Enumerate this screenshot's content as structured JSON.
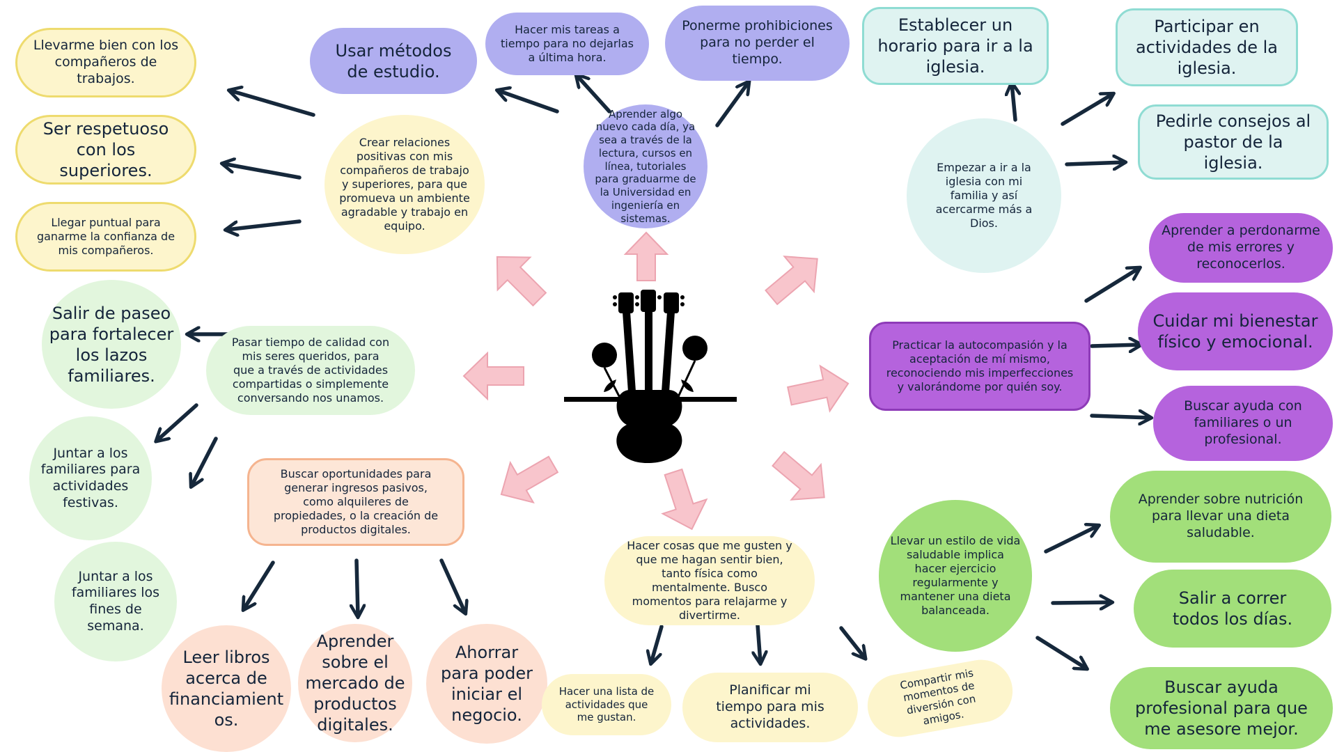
{
  "nodes": {
    "llevarme_bien": "Llevarme bien con los compañeros de trabajos.",
    "ser_respetuoso": "Ser respetuoso con los superiores.",
    "llegar_puntual": "Llegar puntual para ganarme la confianza de mis compañeros.",
    "usar_metodos": "Usar métodos de estudio.",
    "hacer_tareas": "Hacer mis tareas a tiempo para no dejarlas a última hora.",
    "ponerme_prohibiciones": "Ponerme prohibiciones para no perder el tiempo.",
    "crear_relaciones": "Crear relaciones positivas con mis compañeros de trabajo y superiores, para que promueva un ambiente agradable y trabajo en equipo.",
    "aprender_algo": "Aprender algo nuevo cada día, ya sea a través de la lectura, cursos en línea, tutoriales para graduarme de la Universidad en ingeniería en sistemas.",
    "establecer_horario": "Establecer un horario para ir a la iglesia.",
    "participar_actividades": "Participar en actividades de la iglesia.",
    "pedirle_consejos": "Pedirle consejos al pastor de la iglesia.",
    "empezar_iglesia": "Empezar a ir a la iglesia con mi familia y así acercarme más a Dios.",
    "salir_paseo": "Salir de paseo para fortalecer los lazos familiares.",
    "pasar_tiempo": "Pasar tiempo de calidad con mis seres queridos, para que a través de actividades compartidas o simplemente conversando nos unamos.",
    "juntar_festivas": "Juntar a los familiares para actividades festivas.",
    "juntar_fines": "Juntar a los familiares los fines de semana.",
    "aprender_perdonarme": "Aprender a perdonarme de mis errores y reconocerlos.",
    "practicar_autocompasion": "Practicar la autocompasión y la aceptación de mí mismo, reconociendo mis imperfecciones y valorándome por quién soy.",
    "cuidar_bienestar": "Cuidar mi bienestar físico y emocional.",
    "buscar_ayuda_familiares": "Buscar ayuda con familiares o un profesional.",
    "buscar_oportunidades": "Buscar oportunidades para generar ingresos pasivos, como alquileres de propiedades, o la creación de productos digitales.",
    "leer_libros": "Leer libros acerca de financiamient os.",
    "aprender_mercado": "Aprender sobre el mercado de productos digitales.",
    "ahorrar": "Ahorrar para poder iniciar el negocio.",
    "hacer_cosas": "Hacer cosas que me gusten y que me hagan sentir bien, tanto física como mentalmente. Busco momentos para relajarme y divertirme.",
    "hacer_lista": "Hacer una lista de actividades que me gustan.",
    "planificar_tiempo": "Planificar mi tiempo para mis actividades.",
    "compartir_momentos": "Compartir mis momentos de diversión con amigos.",
    "llevar_estilo": "Llevar un estilo de vida saludable implica hacer ejercicio regularmente y mantener una dieta balanceada.",
    "aprender_nutricion": "Aprender sobre nutrición para llevar una dieta saludable.",
    "salir_correr": "Salir a correr todos los días.",
    "buscar_ayuda_profesional": "Buscar ayuda profesional para que me asesore mejor."
  },
  "colors": {
    "yellow": "#fdf5cc",
    "purple": "#b0aef0",
    "green": "#e2f6dd",
    "peach": "#fde0d2",
    "teal": "#dff3f1",
    "magenta": "#b563dd",
    "lime": "#a2df7a",
    "pink_arrow": "#f8c5cc",
    "dark_arrow": "#16283b"
  },
  "icons": {
    "center": "guitar-roses-silhouette-icon"
  }
}
